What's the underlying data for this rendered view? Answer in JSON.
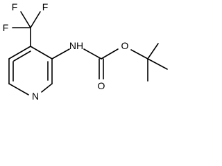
{
  "molecule": {
    "atoms": {
      "f_top_left": "F",
      "f_top_right": "F",
      "f_left": "F",
      "nh": "NH",
      "o_carbonyl": "O",
      "o_ester": "O",
      "n_pyridine": "N"
    }
  }
}
